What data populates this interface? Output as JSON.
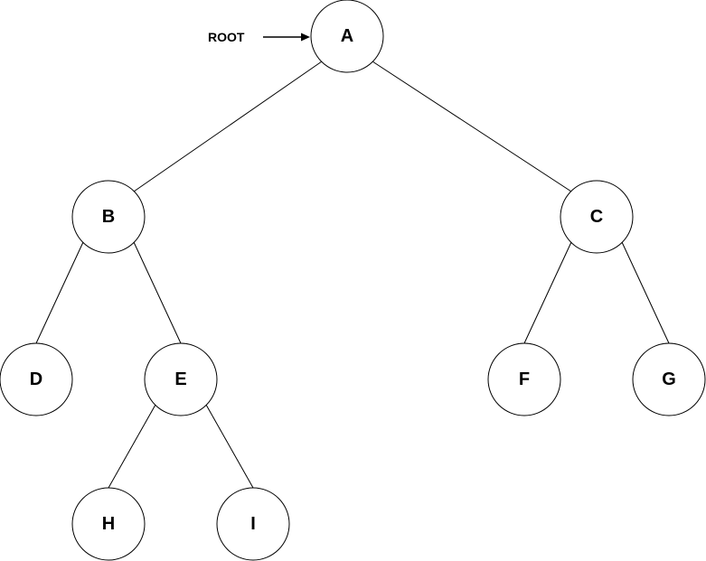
{
  "root_marker": {
    "label": "ROOT"
  },
  "nodes": {
    "A": {
      "label": "A"
    },
    "B": {
      "label": "B"
    },
    "C": {
      "label": "C"
    },
    "D": {
      "label": "D"
    },
    "E": {
      "label": "E"
    },
    "F": {
      "label": "F"
    },
    "G": {
      "label": "G"
    },
    "H": {
      "label": "H"
    },
    "I": {
      "label": "I"
    }
  },
  "edges": [
    [
      "A",
      "B"
    ],
    [
      "A",
      "C"
    ],
    [
      "B",
      "D"
    ],
    [
      "B",
      "E"
    ],
    [
      "C",
      "F"
    ],
    [
      "C",
      "G"
    ],
    [
      "E",
      "H"
    ],
    [
      "E",
      "I"
    ]
  ],
  "colors": {
    "stroke": "#000000",
    "fill": "#ffffff",
    "text": "#000000"
  }
}
